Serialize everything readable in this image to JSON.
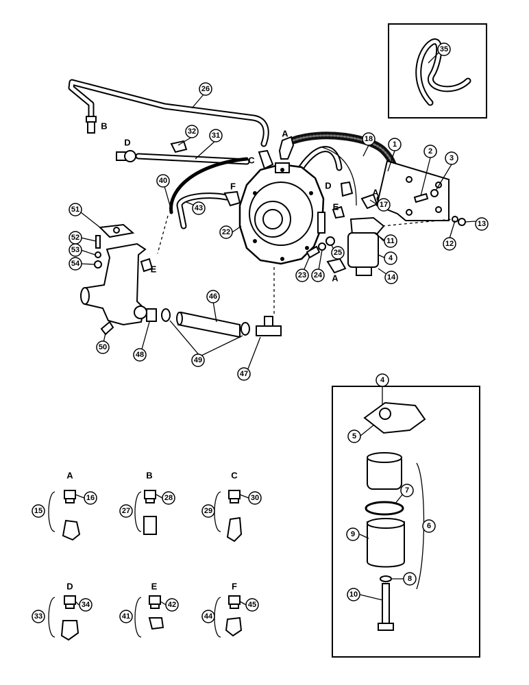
{
  "callouts": {
    "c1": "1",
    "c2": "2",
    "c3": "3",
    "c4": "4",
    "c4b": "4",
    "c5": "5",
    "c6": "6",
    "c7": "7",
    "c8": "8",
    "c9": "9",
    "c10": "10",
    "c11": "11",
    "c12": "12",
    "c13": "13",
    "c14": "14",
    "c15": "15",
    "c16": "16",
    "c17": "17",
    "c18": "18",
    "c22": "22",
    "c23": "23",
    "c24": "24",
    "c25": "25",
    "c26": "26",
    "c27": "27",
    "c28": "28",
    "c29": "29",
    "c30": "30",
    "c31": "31",
    "c32": "32",
    "c33": "33",
    "c34": "34",
    "c35": "35",
    "c40": "40",
    "c41": "41",
    "c42": "42",
    "c43": "43",
    "c44": "44",
    "c45": "45",
    "c46": "46",
    "c47": "47",
    "c48": "48",
    "c49": "49",
    "c50": "50",
    "c51": "51",
    "c52": "52",
    "c53": "53",
    "c54": "54"
  },
  "letters": {
    "B_fit": "B",
    "D_fit": "D",
    "A_top": "A",
    "C_mid": "C",
    "F_mid": "F",
    "D_right": "D",
    "E_right": "E",
    "A_right": "A",
    "E_left": "E",
    "A_bottom": "A",
    "A_key": "A",
    "B_key": "B",
    "C_key": "C",
    "D_key": "D",
    "E_key": "E",
    "F_key": "F"
  },
  "icons": {
    "regulator": "vaporizer-regulator-icon",
    "filter": "fuel-filter-icon",
    "carburetor": "carburetor-icon"
  }
}
